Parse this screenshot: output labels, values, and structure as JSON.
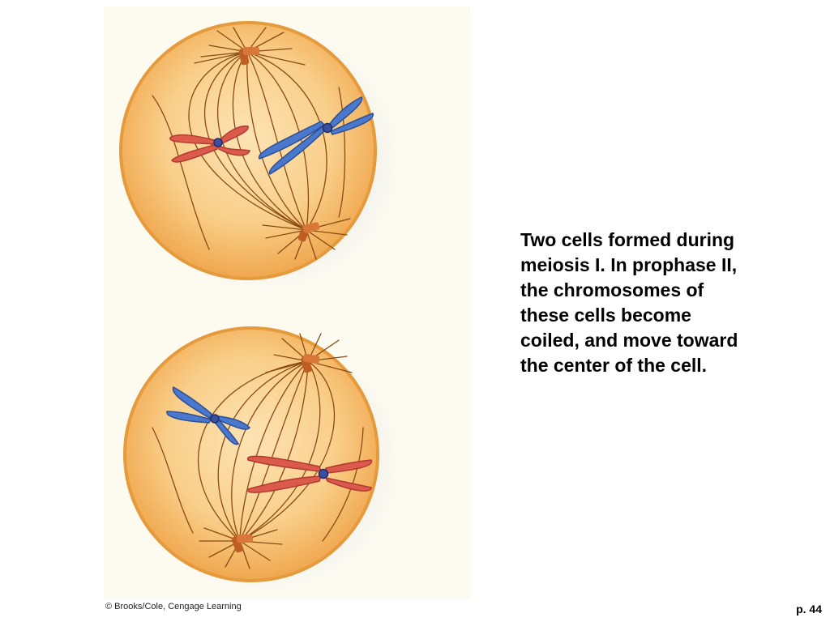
{
  "caption": "Two cells formed during meiosis I. In prophase II, the chromosomes of these cells become coiled, and move toward the center of the cell.",
  "credit": "© Brooks/Cole, Cengage Learning",
  "page_number": "p. 44",
  "colors": {
    "panel_background": "#fdfbf0",
    "cell_fill": "#f8cc86",
    "cell_rim": "#e59a3c",
    "spindle_fiber": "#8a4a14",
    "centriole": "#bf5e22",
    "red_chromosome": "#dc5a4c",
    "blue_chromosome": "#4a78cc",
    "centromere": "#3a4fa0"
  },
  "figure": {
    "cells": [
      {
        "id": "upper-cell",
        "chromosomes": [
          "red",
          "blue"
        ]
      },
      {
        "id": "lower-cell",
        "chromosomes": [
          "blue",
          "red"
        ]
      }
    ]
  }
}
